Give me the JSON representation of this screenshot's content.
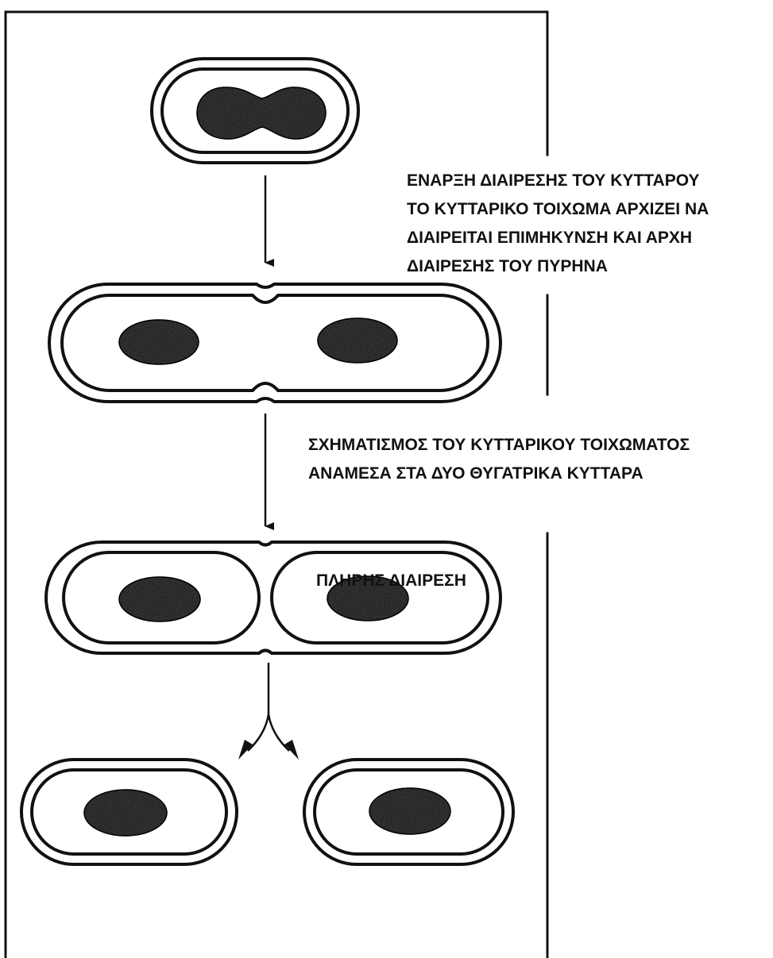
{
  "labels": {
    "stage1": [
      "ΕΝΑΡΞΗ ΔΙΑΙΡΕΣΗΣ ΤΟΥ ΚΥΤΤΑΡΟΥ",
      "ΤΟ ΚΥΤΤΑΡΙΚΟ ΤΟΙΧΩΜΑ ΑΡΧΙΖΕΙ ΝΑ",
      "ΔΙΑΙΡΕΙΤΑΙ ΕΠΙΜΗΚΥΝΣΗ ΚΑΙ ΑΡΧΗ",
      "ΔΙΑΙΡΕΣΗΣ ΤΟΥ ΠΥΡΗΝΑ"
    ],
    "stage2": [
      "ΣΧΗΜΑΤΙΣΜΟΣ ΤΟΥ ΚΥΤΤΑΡΙΚΟΥ ΤΟΙΧΩΜΑΤΟΣ",
      "ΑΝΑΜΕΣΑ ΣΤΑ ΔΥΟ ΘΥΓΑΤΡΙΚΑ ΚΥΤΤΑΡΑ"
    ],
    "stage3": [
      "ΠΛΗΡΗΣ ΔΙΑΙΡΕΣΗ"
    ]
  },
  "colors": {
    "ink": "#111111",
    "nucleus": "#3a3a3a",
    "background": "#ffffff"
  }
}
